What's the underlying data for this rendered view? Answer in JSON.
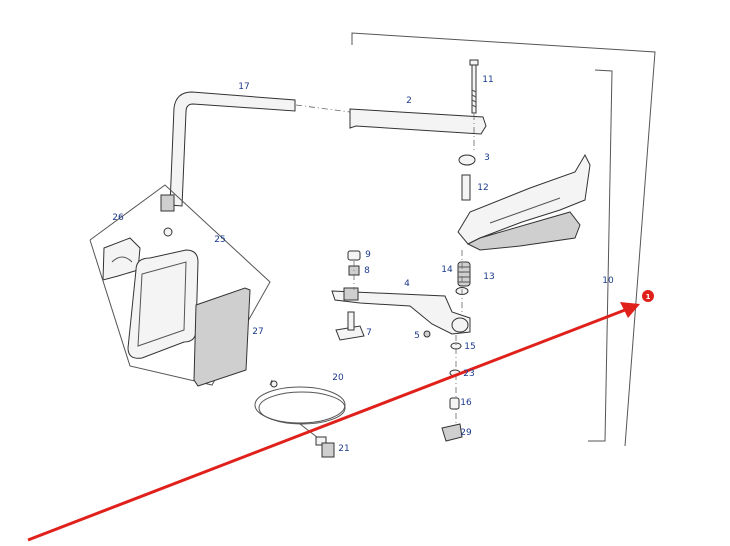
{
  "diagram": {
    "part_numbers": [
      "1",
      "2",
      "3",
      "4",
      "5",
      "7",
      "8",
      "9",
      "10",
      "11",
      "12",
      "13",
      "14",
      "15",
      "16",
      "17",
      "20",
      "21",
      "23",
      "25",
      "26",
      "27",
      "29"
    ],
    "marker_label": "1",
    "arrow_color": "#e0211b",
    "label_color": "#1c3a8c"
  }
}
